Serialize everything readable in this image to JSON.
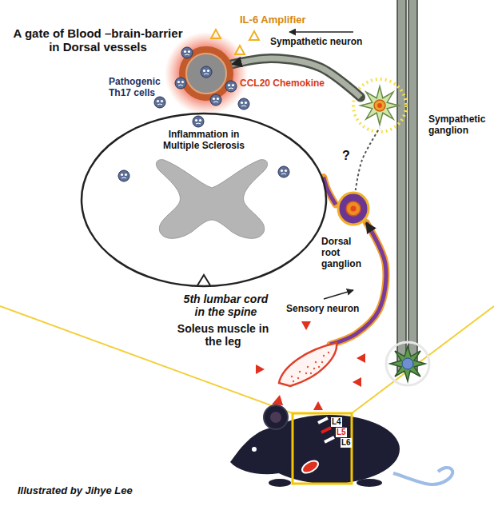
{
  "diagram": {
    "nodes": [
      {
        "text": [
          "A gate of Blood –brain-barrier in Dorsal vessels"
        ]
      },
      {
        "text": [
          "Sympathetic ganglion"
        ]
      },
      {
        "text": [
          "Inflammation in Multiple Sclerosis",
          "5th lumbar cord in the spine"
        ]
      },
      {
        "text": [
          "Dorsal root ganglion"
        ]
      },
      {
        "text": [
          "Soleus muscle in the leg"
        ]
      }
    ],
    "edges": [
      {
        "from": 1,
        "to": 0,
        "label": "Sympathetic neuron",
        "arrow": "to"
      },
      {
        "from": 4,
        "to": 3,
        "label": "Sensory neuron",
        "arrow": "to"
      },
      {
        "from": 3,
        "to": 1,
        "label": "?",
        "arrow": "none"
      },
      {
        "from": 3,
        "to": 2,
        "arrow": "none"
      }
    ],
    "labels": [
      "IL-6 Amplifier",
      "CCL20 Chemokine",
      "Pathogenic Th17 cells",
      "L4",
      "L5",
      "L6",
      "Illustrated by Jihye Lee"
    ]
  }
}
